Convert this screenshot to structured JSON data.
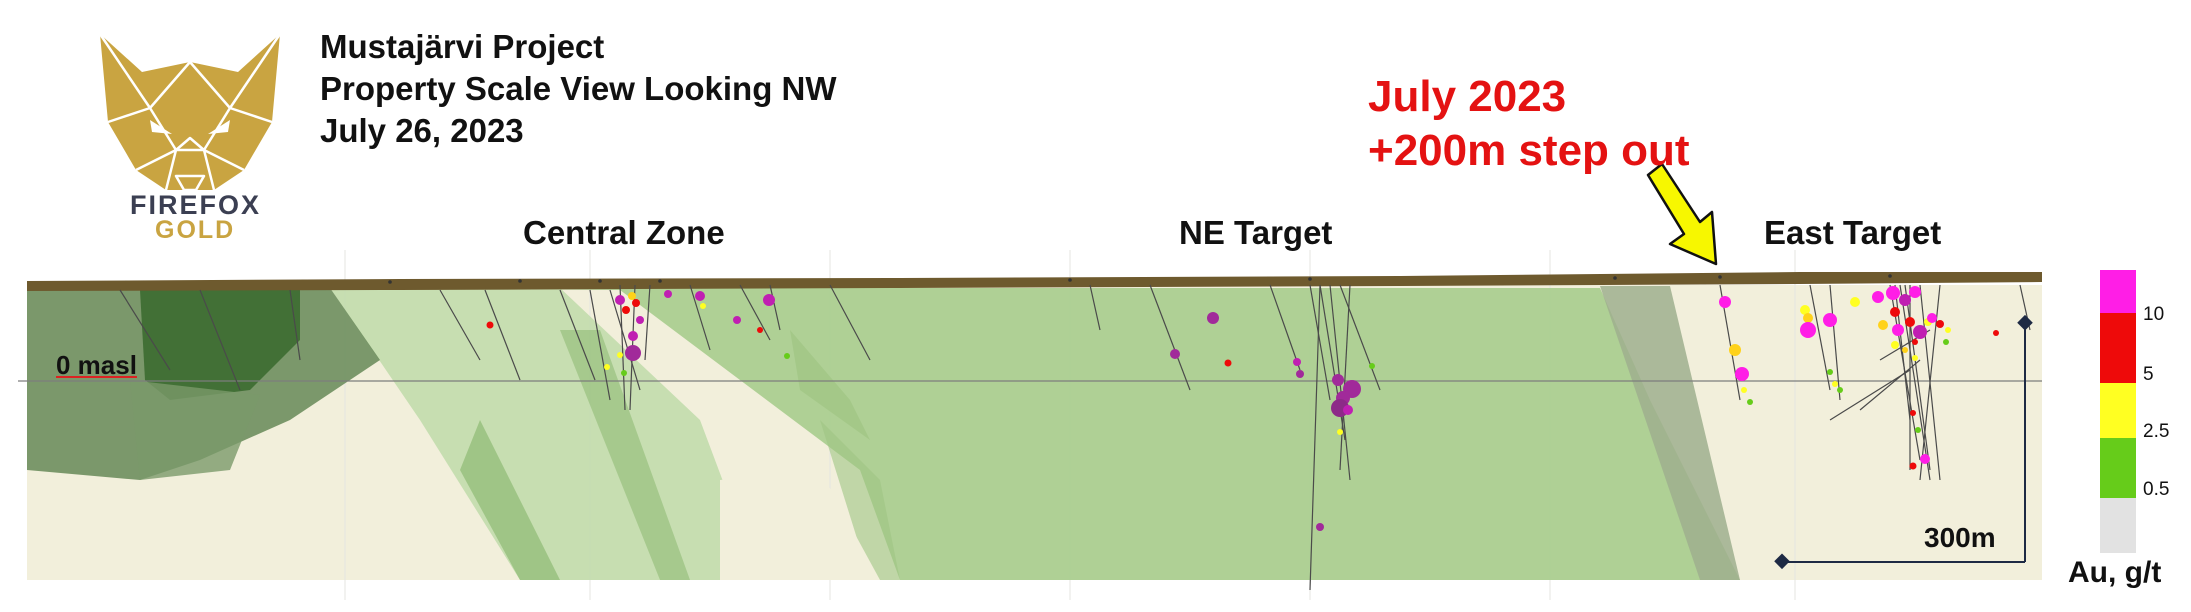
{
  "logo": {
    "text_line1": "FIREFOX",
    "text_line2": "GOLD",
    "colors": {
      "gold": "#c9a441",
      "navy": "#3b3f52"
    }
  },
  "header": {
    "project": "Mustajärvi Project",
    "view": "Property Scale View Looking NW",
    "date": "July 26, 2023"
  },
  "callout": {
    "line1": "July 2023",
    "line2": "+200m step out",
    "color": "#e41212",
    "arrow_color": "#f7f700"
  },
  "zones": {
    "central": "Central Zone",
    "ne": "NE Target",
    "east": "East Target"
  },
  "elevation_label": "0 masl",
  "scale_bar": {
    "label": "300m"
  },
  "legend": {
    "title": "Au, g/t",
    "ticks": [
      "10",
      "5",
      "2.5",
      "0.5"
    ],
    "bins": [
      {
        "color": "#ff1ee6",
        "range": ">10"
      },
      {
        "color": "#ee0a0a",
        "range": "5-10"
      },
      {
        "color": "#ffff22",
        "range": "2.5-5"
      },
      {
        "color": "#66cc1a",
        "range": "0.5-2.5"
      },
      {
        "color": "#e2e2e2",
        "range": "<0.5"
      }
    ]
  },
  "colors": {
    "bedrock": "#f2efdb",
    "overburden": "#6e5a2e",
    "dark_unit": "#3f6e34",
    "green_unit": "#a7cc8d",
    "pale_green_unit": "#bcd9a6",
    "grey_unit": "#9faf8e"
  }
}
